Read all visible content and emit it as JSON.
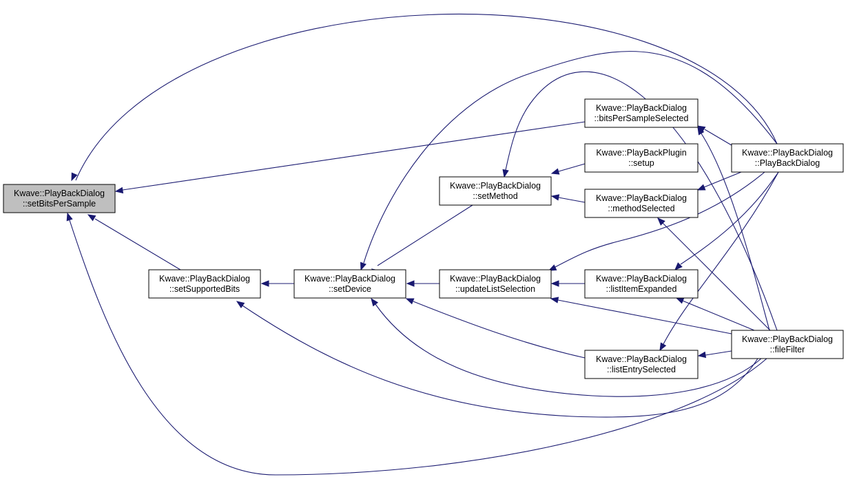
{
  "graph": {
    "edge_color": "#191970",
    "root_fill": "#bfbfbf",
    "nodes": [
      {
        "id": "setBitsPerSample",
        "line1": "Kwave::PlayBackDialog",
        "line2": "::setBitsPerSample",
        "root": true
      },
      {
        "id": "setSupportedBits",
        "line1": "Kwave::PlayBackDialog",
        "line2": "::setSupportedBits"
      },
      {
        "id": "setDevice",
        "line1": "Kwave::PlayBackDialog",
        "line2": "::setDevice"
      },
      {
        "id": "setMethod",
        "line1": "Kwave::PlayBackDialog",
        "line2": "::setMethod"
      },
      {
        "id": "updateListSelection",
        "line1": "Kwave::PlayBackDialog",
        "line2": "::updateListSelection"
      },
      {
        "id": "bitsPerSampleSelected",
        "line1": "Kwave::PlayBackDialog",
        "line2": "::bitsPerSampleSelected"
      },
      {
        "id": "pluginSetup",
        "line1": "Kwave::PlayBackPlugin",
        "line2": "::setup"
      },
      {
        "id": "methodSelected",
        "line1": "Kwave::PlayBackDialog",
        "line2": "::methodSelected"
      },
      {
        "id": "listItemExpanded",
        "line1": "Kwave::PlayBackDialog",
        "line2": "::listItemExpanded"
      },
      {
        "id": "listEntrySelected",
        "line1": "Kwave::PlayBackDialog",
        "line2": "::listEntrySelected"
      },
      {
        "id": "PlayBackDialog",
        "line1": "Kwave::PlayBackDialog",
        "line2": "::PlayBackDialog"
      },
      {
        "id": "fileFilter",
        "line1": "Kwave::PlayBackDialog",
        "line2": "::fileFilter"
      }
    ],
    "edges": [
      {
        "from": "PlayBackDialog",
        "to": "setBitsPerSample"
      },
      {
        "from": "bitsPerSampleSelected",
        "to": "setBitsPerSample"
      },
      {
        "from": "setSupportedBits",
        "to": "setBitsPerSample"
      },
      {
        "from": "fileFilter",
        "to": "setBitsPerSample"
      },
      {
        "from": "setDevice",
        "to": "setSupportedBits"
      },
      {
        "from": "fileFilter",
        "to": "setSupportedBits"
      },
      {
        "from": "setMethod",
        "to": "setDevice"
      },
      {
        "from": "updateListSelection",
        "to": "setDevice"
      },
      {
        "from": "PlayBackDialog",
        "to": "setDevice"
      },
      {
        "from": "listEntrySelected",
        "to": "setDevice"
      },
      {
        "from": "fileFilter",
        "to": "setDevice"
      },
      {
        "from": "pluginSetup",
        "to": "setMethod"
      },
      {
        "from": "methodSelected",
        "to": "setMethod"
      },
      {
        "from": "fileFilter",
        "to": "setMethod"
      },
      {
        "from": "listItemExpanded",
        "to": "updateListSelection"
      },
      {
        "from": "PlayBackDialog",
        "to": "updateListSelection"
      },
      {
        "from": "fileFilter",
        "to": "updateListSelection"
      },
      {
        "from": "PlayBackDialog",
        "to": "bitsPerSampleSelected"
      },
      {
        "from": "fileFilter",
        "to": "bitsPerSampleSelected"
      },
      {
        "from": "PlayBackDialog",
        "to": "methodSelected"
      },
      {
        "from": "fileFilter",
        "to": "methodSelected"
      },
      {
        "from": "PlayBackDialog",
        "to": "listItemExpanded"
      },
      {
        "from": "fileFilter",
        "to": "listItemExpanded"
      },
      {
        "from": "PlayBackDialog",
        "to": "listEntrySelected"
      },
      {
        "from": "fileFilter",
        "to": "listEntrySelected"
      }
    ]
  }
}
